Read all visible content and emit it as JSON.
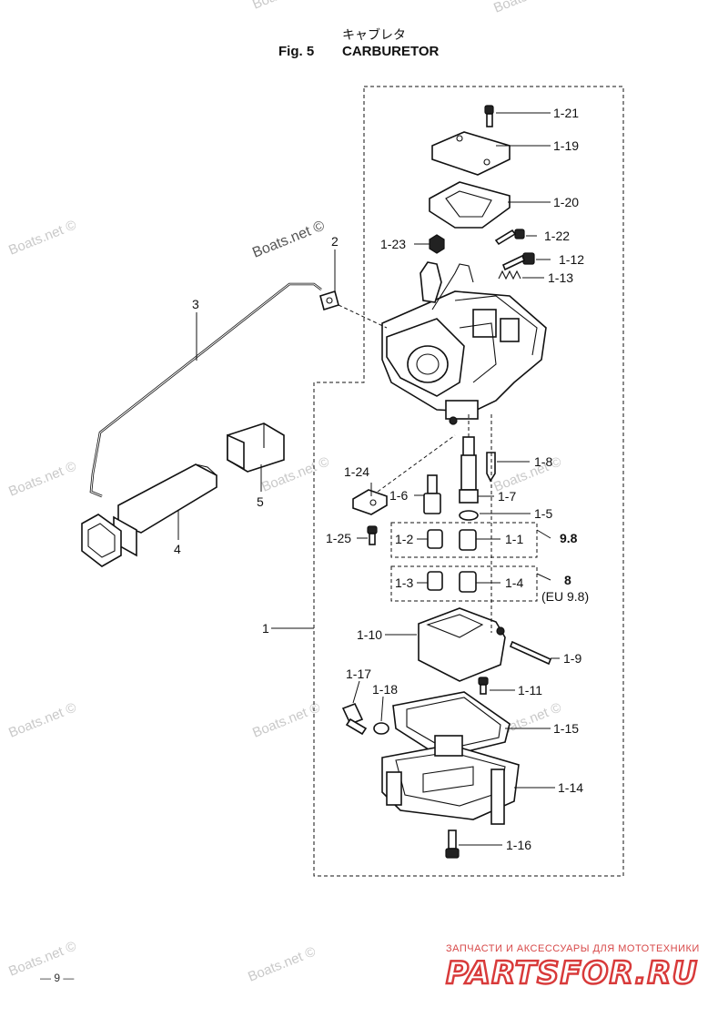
{
  "header": {
    "title_jp": "キャブレタ",
    "fig_label": "Fig. 5",
    "title": "CARBURETOR"
  },
  "labels": {
    "l1_21": "1-21",
    "l1_19": "1-19",
    "l1_20": "1-20",
    "l1_23": "1-23",
    "l1_22": "1-22",
    "l1_12": "1-12",
    "l1_13": "1-13",
    "l2": "2",
    "l3": "3",
    "l1_8": "1-8",
    "l1_24": "1-24",
    "l1_6": "1-6",
    "l1_7": "1-7",
    "l5": "5",
    "l1_5": "1-5",
    "l1_25": "1-25",
    "l4": "4",
    "l1_2": "1-2",
    "l1_1": "1-1",
    "v98": "9.8",
    "l1_3": "1-3",
    "l1_4": "1-4",
    "v8": "8",
    "veu": "(EU 9.8)",
    "l1": "1",
    "l1_10": "1-10",
    "l1_9": "1-9",
    "l1_17": "1-17",
    "l1_18": "1-18",
    "l1_11": "1-11",
    "l1_15": "1-15",
    "l1_14": "1-14",
    "l1_16": "1-16"
  },
  "watermarks": {
    "text": "Boats.net ©",
    "main": "Boats.net ©"
  },
  "footer": {
    "page": "— 9 —",
    "brand": "PARTSFOR.RU",
    "brand_sub": "ЗАПЧАСТИ И АКСЕССУАРЫ ДЛЯ МОТОТЕХНИКИ"
  },
  "colors": {
    "brand": "#d83a3a",
    "watermark": "#c9c9c9"
  }
}
